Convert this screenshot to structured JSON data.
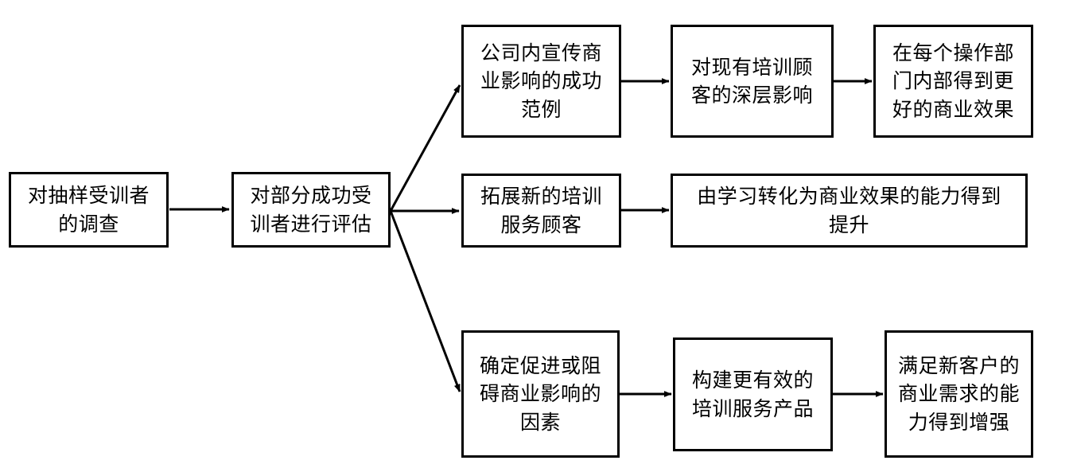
{
  "diagram": {
    "type": "flowchart",
    "orientation": "left-to-right",
    "background_color": "#ffffff",
    "line_color": "#000000",
    "text_color": "#000000",
    "nodes": [
      {
        "id": "n1",
        "label": "对抽样受训者\n的调查",
        "lines": [
          "对抽样受训者",
          "的调查"
        ]
      },
      {
        "id": "n2",
        "label": "对部分成功受\n训者进行评估",
        "lines": [
          "对部分成功受",
          "训者进行评估"
        ]
      },
      {
        "id": "a1",
        "label": "公司内宣传商\n业影响的成功\n范例",
        "lines": [
          "公司内宣传商",
          "业影响的成功",
          "范例"
        ]
      },
      {
        "id": "a2",
        "label": "对现有培训顾\n客的深层影响",
        "lines": [
          "对现有培训顾",
          "客的深层影响"
        ]
      },
      {
        "id": "a3",
        "label": "在每个操作部\n门内部得到更\n好的商业效果",
        "lines": [
          "在每个操作部",
          "门内部得到更",
          "好的商业效果"
        ]
      },
      {
        "id": "b1",
        "label": "拓展新的培训\n服务顾客",
        "lines": [
          "拓展新的培训",
          "服务顾客"
        ]
      },
      {
        "id": "b2",
        "label": "由学习转化为商业效果的能力得到\n提升",
        "lines": [
          "由学习转化为商业效果的能力得到",
          "提升"
        ]
      },
      {
        "id": "c1",
        "label": "确定促进或阻\n碍商业影响的\n因素",
        "lines": [
          "确定促进或阻",
          "碍商业影响的",
          "因素"
        ]
      },
      {
        "id": "c2",
        "label": "构建更有效的\n培训服务产品",
        "lines": [
          "构建更有效的",
          "培训服务产品"
        ]
      },
      {
        "id": "c3",
        "label": "满足新客户的\n商业需求的能\n力得到增强",
        "lines": [
          "满足新客户的",
          "商业需求的能",
          "力得到增强"
        ]
      }
    ],
    "edges": [
      {
        "id": "e1",
        "from": "n1",
        "to": "n2",
        "style": "straight-arrow"
      },
      {
        "id": "e2",
        "from": "n2",
        "to": "a1",
        "style": "diagonal-up-arrow"
      },
      {
        "id": "e3",
        "from": "n2",
        "to": "b1",
        "style": "straight-arrow"
      },
      {
        "id": "e4",
        "from": "n2",
        "to": "c1",
        "style": "diagonal-down-arrow"
      },
      {
        "id": "e5",
        "from": "a1",
        "to": "a2",
        "style": "straight-arrow"
      },
      {
        "id": "e6",
        "from": "a2",
        "to": "a3",
        "style": "straight-arrow"
      },
      {
        "id": "e7",
        "from": "b1",
        "to": "b2",
        "style": "straight-arrow"
      },
      {
        "id": "e8",
        "from": "c1",
        "to": "c2",
        "style": "straight-arrow"
      },
      {
        "id": "e9",
        "from": "c2",
        "to": "c3",
        "style": "straight-arrow"
      }
    ]
  }
}
